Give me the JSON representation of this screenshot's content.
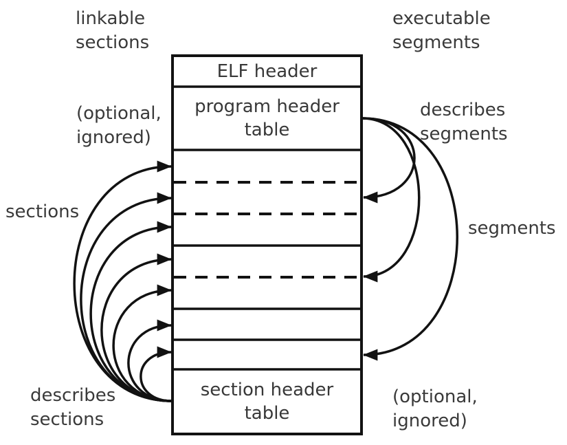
{
  "diagram": {
    "type": "elf-file-format-structure",
    "box": {
      "elf_header": "ELF header",
      "program_header_table": "program header\ntable",
      "section_header_table": "section header\ntable"
    },
    "labels": {
      "linkable_sections": "linkable\nsections",
      "executable_segments": "executable\nsegments",
      "optional_ignored_left": "(optional,\nignored)",
      "sections": "sections",
      "describes_sections": "describes\nsections",
      "describes_segments": "describes\nsegments",
      "segments": "segments",
      "optional_ignored_right": "(optional,\nignored)"
    },
    "arrows": {
      "left_fan_count": 7,
      "right_fan_count": 3,
      "left_fan_meaning": "section header table describes sections",
      "right_fan_meaning": "program header table describes segments"
    },
    "colors": {
      "line": "#121212",
      "text": "#3a3a3a",
      "background": "#ffffff"
    }
  }
}
